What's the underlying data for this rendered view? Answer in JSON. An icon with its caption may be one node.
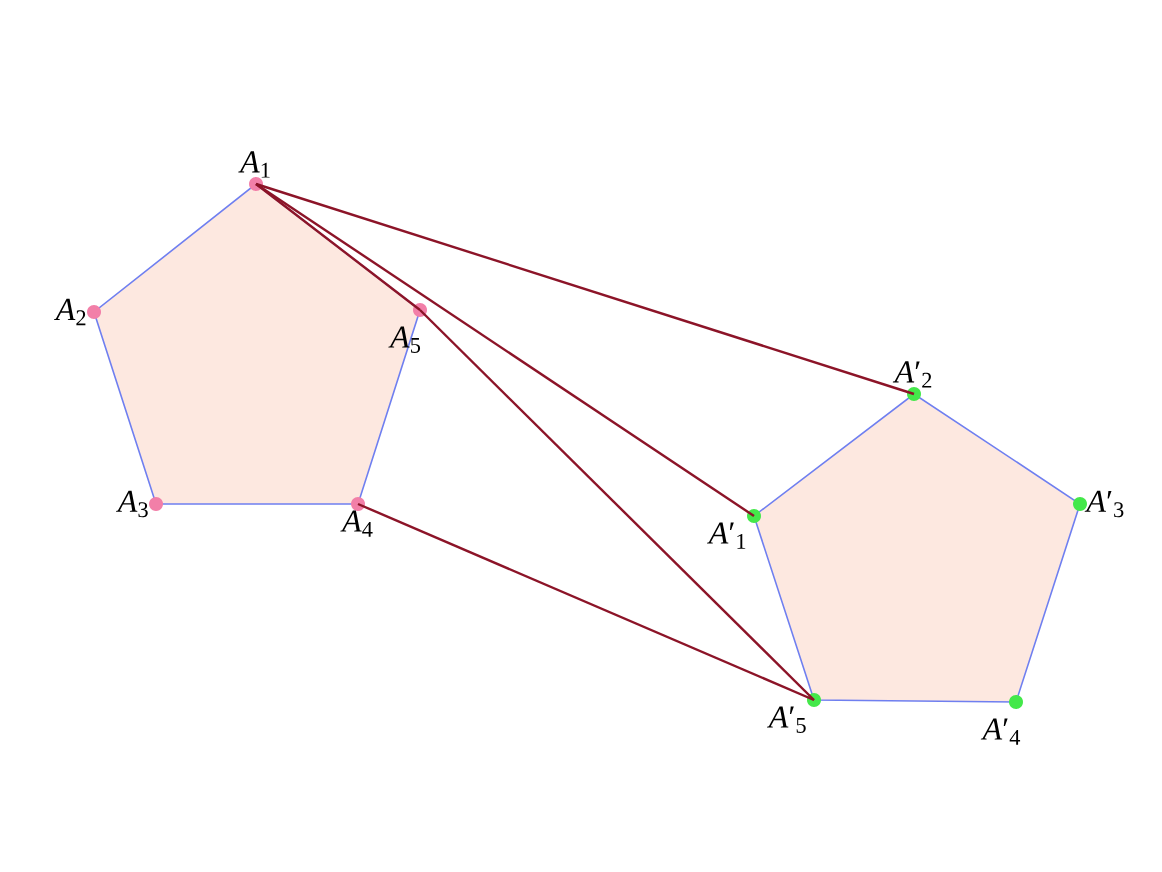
{
  "diagram": {
    "nodes": [
      {
        "text": [],
        "shape": "circle",
        "beside": [
          "*A*$_{1}$"
        ]
      },
      {
        "text": [],
        "shape": "circle",
        "beside": [
          "*A*$_{2}$"
        ]
      },
      {
        "text": [],
        "shape": "circle",
        "beside": [
          "*A*$_{3}$"
        ]
      },
      {
        "text": [],
        "shape": "circle",
        "beside": [
          "*A*$_{4}$"
        ]
      },
      {
        "text": [],
        "shape": "circle",
        "beside": [
          "*A*$_{5}$"
        ]
      },
      {
        "text": [],
        "shape": "circle",
        "beside": [
          "*A*′$_{1}$"
        ]
      },
      {
        "text": [],
        "shape": "circle",
        "beside": [
          "*A*′$_{2}$"
        ]
      },
      {
        "text": [],
        "shape": "circle",
        "beside": [
          "*A*′$_{3}$"
        ]
      },
      {
        "text": [],
        "shape": "circle",
        "beside": [
          "*A*′$_{4}$"
        ]
      },
      {
        "text": [],
        "shape": "circle",
        "beside": [
          "*A*′$_{5}$"
        ]
      },
      {
        "text": [],
        "shape": "pentagon"
      },
      {
        "text": [],
        "shape": "pentagon"
      }
    ],
    "edges": [
      {
        "from": 0,
        "to": 6,
        "arrow": "none"
      },
      {
        "from": 0,
        "to": 5,
        "arrow": "none"
      },
      {
        "from": 0,
        "to": 4,
        "arrow": "none"
      },
      {
        "from": 4,
        "to": 9,
        "arrow": "none"
      },
      {
        "from": 3,
        "to": 9,
        "arrow": "none"
      }
    ]
  }
}
